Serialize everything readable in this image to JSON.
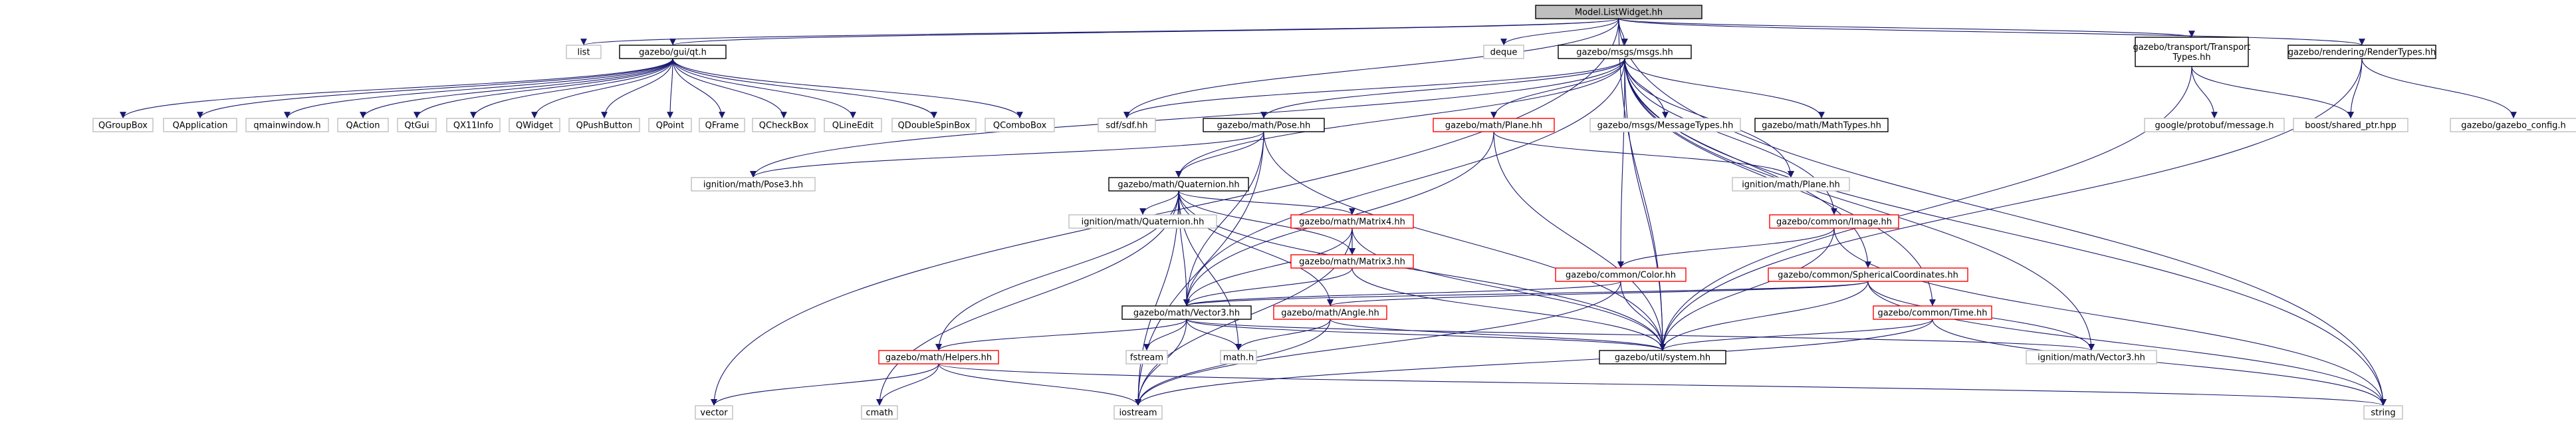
{
  "colors": {
    "edge": "#191970",
    "node_border_default": "#000000",
    "node_border_red": "#ff0000",
    "node_border_grey": "#bfbfbf",
    "root_fill": "#bfbfbf",
    "node_fill": "#ffffff"
  },
  "nodes": [
    {
      "id": "root",
      "label": "Model.ListWidget.hh",
      "style": "root"
    },
    {
      "id": "list",
      "label": "list",
      "style": "grey"
    },
    {
      "id": "guiqt",
      "label": "gazebo/gui/qt.h",
      "style": "black"
    },
    {
      "id": "deque",
      "label": "deque",
      "style": "grey"
    },
    {
      "id": "msgs",
      "label": "gazebo/msgs/msgs.hh",
      "style": "black"
    },
    {
      "id": "transport",
      "label": [
        "gazebo/transport/Transport",
        "Types.hh"
      ],
      "style": "black"
    },
    {
      "id": "rendering",
      "label": "gazebo/rendering/RenderTypes.hh",
      "style": "black"
    },
    {
      "id": "QGroupBox",
      "label": "QGroupBox",
      "style": "grey"
    },
    {
      "id": "QApplication",
      "label": "QApplication",
      "style": "grey"
    },
    {
      "id": "qmainwindow",
      "label": "qmainwindow.h",
      "style": "grey"
    },
    {
      "id": "QAction",
      "label": "QAction",
      "style": "grey"
    },
    {
      "id": "QtGui",
      "label": "QtGui",
      "style": "grey"
    },
    {
      "id": "QX11Info",
      "label": "QX11Info",
      "style": "grey"
    },
    {
      "id": "QWidget",
      "label": "QWidget",
      "style": "grey"
    },
    {
      "id": "QPushButton",
      "label": "QPushButton",
      "style": "grey"
    },
    {
      "id": "QPoint",
      "label": "QPoint",
      "style": "grey"
    },
    {
      "id": "QFrame",
      "label": "QFrame",
      "style": "grey"
    },
    {
      "id": "QCheckBox",
      "label": "QCheckBox",
      "style": "grey"
    },
    {
      "id": "QLineEdit",
      "label": "QLineEdit",
      "style": "grey"
    },
    {
      "id": "QDoubleSpinBox",
      "label": "QDoubleSpinBox",
      "style": "grey"
    },
    {
      "id": "QComboBox",
      "label": "QComboBox",
      "style": "grey"
    },
    {
      "id": "sdf",
      "label": "sdf/sdf.hh",
      "style": "grey"
    },
    {
      "id": "pose",
      "label": "gazebo/math/Pose.hh",
      "style": "black"
    },
    {
      "id": "plane",
      "label": "gazebo/math/Plane.hh",
      "style": "red"
    },
    {
      "id": "msgtypes",
      "label": "gazebo/msgs/MessageTypes.hh",
      "style": "grey"
    },
    {
      "id": "mathtypes",
      "label": "gazebo/math/MathTypes.hh",
      "style": "black"
    },
    {
      "id": "protobuf",
      "label": "google/protobuf/message.h",
      "style": "grey"
    },
    {
      "id": "sharedptr",
      "label": "boost/shared_ptr.hpp",
      "style": "grey"
    },
    {
      "id": "gazeboconfig",
      "label": "gazebo/gazebo_config.h",
      "style": "grey"
    },
    {
      "id": "ignpose3",
      "label": "ignition/math/Pose3.hh",
      "style": "grey"
    },
    {
      "id": "quaternion",
      "label": "gazebo/math/Quaternion.hh",
      "style": "black"
    },
    {
      "id": "ignplane",
      "label": "ignition/math/Plane.hh",
      "style": "grey"
    },
    {
      "id": "ignquat",
      "label": "ignition/math/Quaternion.hh",
      "style": "grey"
    },
    {
      "id": "matrix4",
      "label": "gazebo/math/Matrix4.hh",
      "style": "red"
    },
    {
      "id": "image",
      "label": "gazebo/common/Image.hh",
      "style": "red"
    },
    {
      "id": "matrix3",
      "label": "gazebo/math/Matrix3.hh",
      "style": "red"
    },
    {
      "id": "color",
      "label": "gazebo/common/Color.hh",
      "style": "red"
    },
    {
      "id": "spherical",
      "label": "gazebo/common/SphericalCoordinates.hh",
      "style": "red"
    },
    {
      "id": "vector3",
      "label": "gazebo/math/Vector3.hh",
      "style": "black"
    },
    {
      "id": "angle",
      "label": "gazebo/math/Angle.hh",
      "style": "red"
    },
    {
      "id": "time",
      "label": "gazebo/common/Time.hh",
      "style": "red"
    },
    {
      "id": "helpers",
      "label": "gazebo/math/Helpers.hh",
      "style": "red"
    },
    {
      "id": "fstream",
      "label": "fstream",
      "style": "grey"
    },
    {
      "id": "mathh",
      "label": "math.h",
      "style": "grey"
    },
    {
      "id": "utilsystem",
      "label": "gazebo/util/system.hh",
      "style": "black"
    },
    {
      "id": "ignvec3",
      "label": "ignition/math/Vector3.hh",
      "style": "grey"
    },
    {
      "id": "vector",
      "label": "vector",
      "style": "grey"
    },
    {
      "id": "cmath",
      "label": "cmath",
      "style": "grey"
    },
    {
      "id": "iostream",
      "label": "iostream",
      "style": "grey"
    },
    {
      "id": "string",
      "label": "string",
      "style": "grey"
    }
  ],
  "edges": [
    [
      "root",
      "list"
    ],
    [
      "root",
      "guiqt"
    ],
    [
      "root",
      "deque"
    ],
    [
      "root",
      "msgs"
    ],
    [
      "root",
      "transport"
    ],
    [
      "root",
      "rendering"
    ],
    [
      "root",
      "vector"
    ],
    [
      "root",
      "string"
    ],
    [
      "root",
      "sdf"
    ],
    [
      "root",
      "utilsystem"
    ],
    [
      "guiqt",
      "QGroupBox"
    ],
    [
      "guiqt",
      "QApplication"
    ],
    [
      "guiqt",
      "qmainwindow"
    ],
    [
      "guiqt",
      "QAction"
    ],
    [
      "guiqt",
      "QtGui"
    ],
    [
      "guiqt",
      "QX11Info"
    ],
    [
      "guiqt",
      "QWidget"
    ],
    [
      "guiqt",
      "QPushButton"
    ],
    [
      "guiqt",
      "QPoint"
    ],
    [
      "guiqt",
      "QFrame"
    ],
    [
      "guiqt",
      "QCheckBox"
    ],
    [
      "guiqt",
      "QLineEdit"
    ],
    [
      "guiqt",
      "QDoubleSpinBox"
    ],
    [
      "guiqt",
      "QComboBox"
    ],
    [
      "msgs",
      "sdf"
    ],
    [
      "msgs",
      "pose"
    ],
    [
      "msgs",
      "plane"
    ],
    [
      "msgs",
      "msgtypes"
    ],
    [
      "msgs",
      "mathtypes"
    ],
    [
      "msgs",
      "ignpose3"
    ],
    [
      "msgs",
      "quaternion"
    ],
    [
      "msgs",
      "ignplane"
    ],
    [
      "msgs",
      "image"
    ],
    [
      "msgs",
      "color"
    ],
    [
      "msgs",
      "spherical"
    ],
    [
      "msgs",
      "time"
    ],
    [
      "msgs",
      "vector3"
    ],
    [
      "msgs",
      "utilsystem"
    ],
    [
      "msgs",
      "string"
    ],
    [
      "msgs",
      "ignvec3"
    ],
    [
      "transport",
      "protobuf"
    ],
    [
      "transport",
      "sharedptr"
    ],
    [
      "transport",
      "utilsystem"
    ],
    [
      "rendering",
      "sharedptr"
    ],
    [
      "rendering",
      "gazeboconfig"
    ],
    [
      "rendering",
      "utilsystem"
    ],
    [
      "pose",
      "ignpose3"
    ],
    [
      "pose",
      "quaternion"
    ],
    [
      "pose",
      "vector3"
    ],
    [
      "pose",
      "utilsystem"
    ],
    [
      "pose",
      "iostream"
    ],
    [
      "plane",
      "ignplane"
    ],
    [
      "plane",
      "vector3"
    ],
    [
      "plane",
      "utilsystem"
    ],
    [
      "quaternion",
      "ignquat"
    ],
    [
      "quaternion",
      "matrix4"
    ],
    [
      "quaternion",
      "matrix3"
    ],
    [
      "quaternion",
      "vector3"
    ],
    [
      "quaternion",
      "angle"
    ],
    [
      "quaternion",
      "helpers"
    ],
    [
      "quaternion",
      "utilsystem"
    ],
    [
      "quaternion",
      "mathh"
    ],
    [
      "quaternion",
      "cmath"
    ],
    [
      "quaternion",
      "iostream"
    ],
    [
      "matrix4",
      "matrix3"
    ],
    [
      "matrix4",
      "vector3"
    ],
    [
      "matrix4",
      "utilsystem"
    ],
    [
      "matrix4",
      "iostream"
    ],
    [
      "matrix3",
      "vector3"
    ],
    [
      "matrix3",
      "utilsystem"
    ],
    [
      "image",
      "color"
    ],
    [
      "image",
      "utilsystem"
    ],
    [
      "image",
      "string"
    ],
    [
      "color",
      "vector3"
    ],
    [
      "color",
      "utilsystem"
    ],
    [
      "color",
      "iostream"
    ],
    [
      "spherical",
      "angle"
    ],
    [
      "spherical",
      "vector3"
    ],
    [
      "spherical",
      "utilsystem"
    ],
    [
      "spherical",
      "string"
    ],
    [
      "spherical",
      "ignvec3"
    ],
    [
      "time",
      "utilsystem"
    ],
    [
      "time",
      "string"
    ],
    [
      "time",
      "iostream"
    ],
    [
      "vector3",
      "helpers"
    ],
    [
      "vector3",
      "fstream"
    ],
    [
      "vector3",
      "mathh"
    ],
    [
      "vector3",
      "iostream"
    ],
    [
      "vector3",
      "utilsystem"
    ],
    [
      "vector3",
      "ignvec3"
    ],
    [
      "angle",
      "mathh"
    ],
    [
      "angle",
      "iostream"
    ],
    [
      "angle",
      "utilsystem"
    ],
    [
      "helpers",
      "vector"
    ],
    [
      "helpers",
      "cmath"
    ],
    [
      "helpers",
      "iostream"
    ],
    [
      "helpers",
      "string"
    ]
  ]
}
